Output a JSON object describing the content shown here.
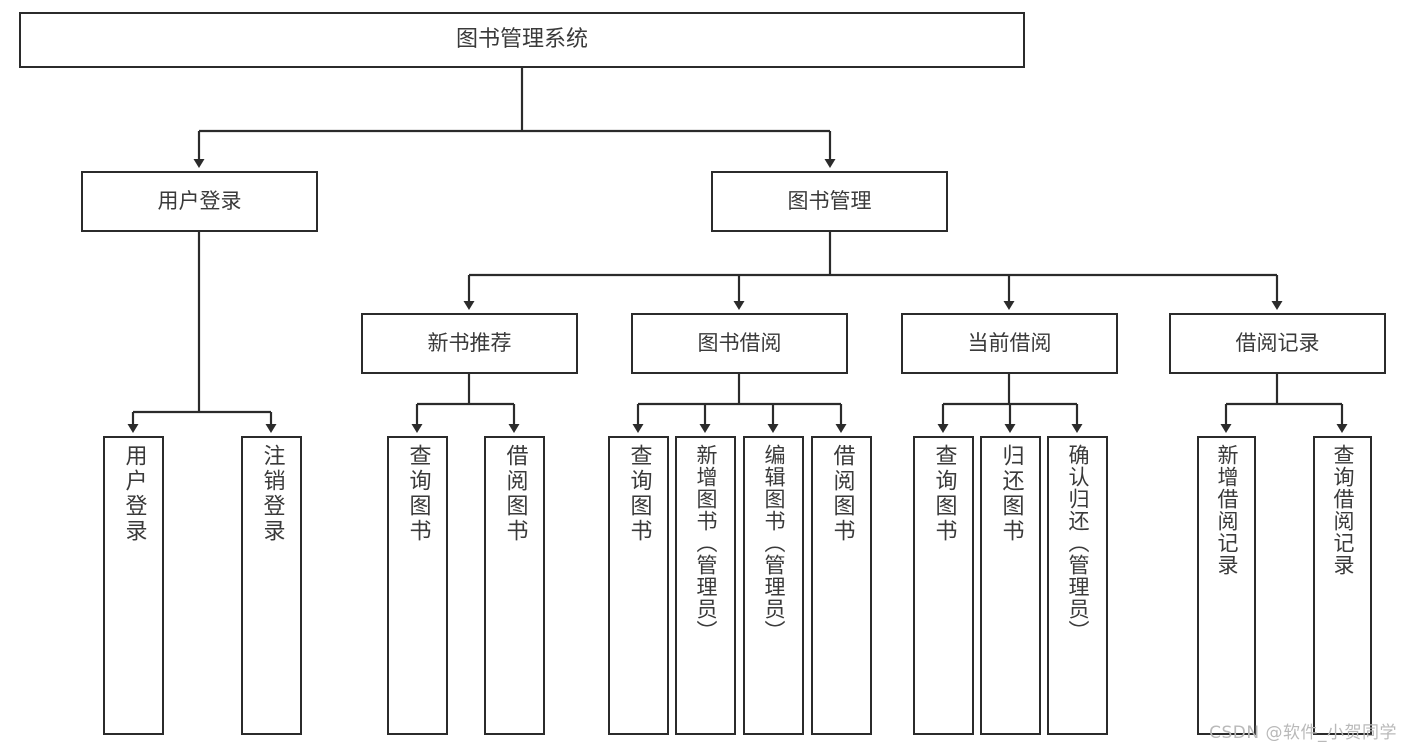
{
  "diagram": {
    "title": "图书管理系统",
    "type": "tree",
    "root": {
      "id": "root",
      "label": "图书管理系统"
    },
    "level1": [
      {
        "id": "user-login",
        "label": "用户登录"
      },
      {
        "id": "book-manage",
        "label": "图书管理"
      }
    ],
    "level2": [
      {
        "id": "new-book-rec",
        "label": "新书推荐",
        "parent": "book-manage"
      },
      {
        "id": "book-borrow",
        "label": "图书借阅",
        "parent": "book-manage"
      },
      {
        "id": "current-borrow",
        "label": "当前借阅",
        "parent": "book-manage"
      },
      {
        "id": "borrow-record",
        "label": "借阅记录",
        "parent": "book-manage"
      }
    ],
    "leaves": [
      {
        "id": "leaf-user-login",
        "label": "用户登录",
        "parent": "user-login"
      },
      {
        "id": "leaf-logout",
        "label": "注销登录",
        "parent": "user-login"
      },
      {
        "id": "leaf-query-book-1",
        "label": "查询图书",
        "parent": "new-book-rec"
      },
      {
        "id": "leaf-borrow-book-1",
        "label": "借阅图书",
        "parent": "new-book-rec"
      },
      {
        "id": "leaf-query-book-2",
        "label": "查询图书",
        "parent": "book-borrow"
      },
      {
        "id": "leaf-add-book",
        "label": "新增图书（管理员）",
        "parent": "book-borrow"
      },
      {
        "id": "leaf-edit-book",
        "label": "编辑图书（管理员）",
        "parent": "book-borrow"
      },
      {
        "id": "leaf-borrow-book-2",
        "label": "借阅图书",
        "parent": "book-borrow"
      },
      {
        "id": "leaf-query-book-3",
        "label": "查询图书",
        "parent": "current-borrow"
      },
      {
        "id": "leaf-return-book",
        "label": "归还图书",
        "parent": "current-borrow"
      },
      {
        "id": "leaf-confirm-return",
        "label": "确认归还（管理员）",
        "parent": "current-borrow"
      },
      {
        "id": "leaf-add-record",
        "label": "新增借阅记录",
        "parent": "borrow-record"
      },
      {
        "id": "leaf-query-record",
        "label": "查询借阅记录",
        "parent": "borrow-record"
      }
    ],
    "colors": {
      "stroke": "#2b2b2b",
      "text": "#3a3a3a",
      "background": "#ffffff",
      "watermark": "#b9b9b9"
    }
  },
  "watermark": {
    "text": "CSDN @软件_小贺同学"
  }
}
